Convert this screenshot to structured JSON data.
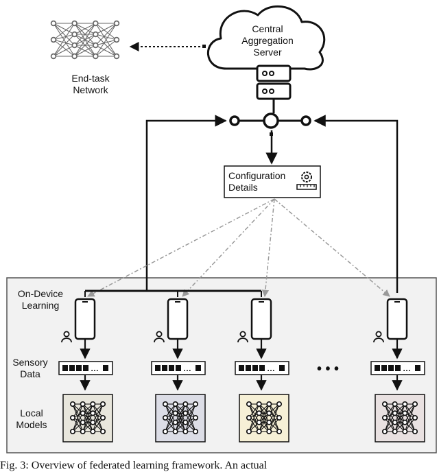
{
  "server": {
    "label_lines": [
      "Central",
      "Aggregation",
      "Server"
    ]
  },
  "end_task": {
    "label_lines": [
      "End-task",
      "Network"
    ]
  },
  "config": {
    "label_lines": [
      "Configuration",
      "Details"
    ]
  },
  "row_labels": {
    "learning": [
      "On-Device",
      "Learning"
    ],
    "sensory": [
      "Sensory",
      "Data"
    ],
    "models": [
      "Local",
      "Models"
    ]
  },
  "ellipsis": "• • •",
  "caption": "Fig. 3: Overview of federated learning framework. An actual",
  "colors": {
    "panel_bg": "#f2f2f2",
    "panel_border": "#555555",
    "stroke": "#111111",
    "dashed_arrow": "#9a9a9a",
    "model_fills": [
      "#e8e6dc",
      "#dcdde6",
      "#f6f0d6",
      "#e9e1e1"
    ]
  },
  "icons": [
    "cloud-icon",
    "server-icon",
    "gear-icon",
    "ruler-icon",
    "phone-icon",
    "user-icon",
    "neural-network-icon"
  ]
}
